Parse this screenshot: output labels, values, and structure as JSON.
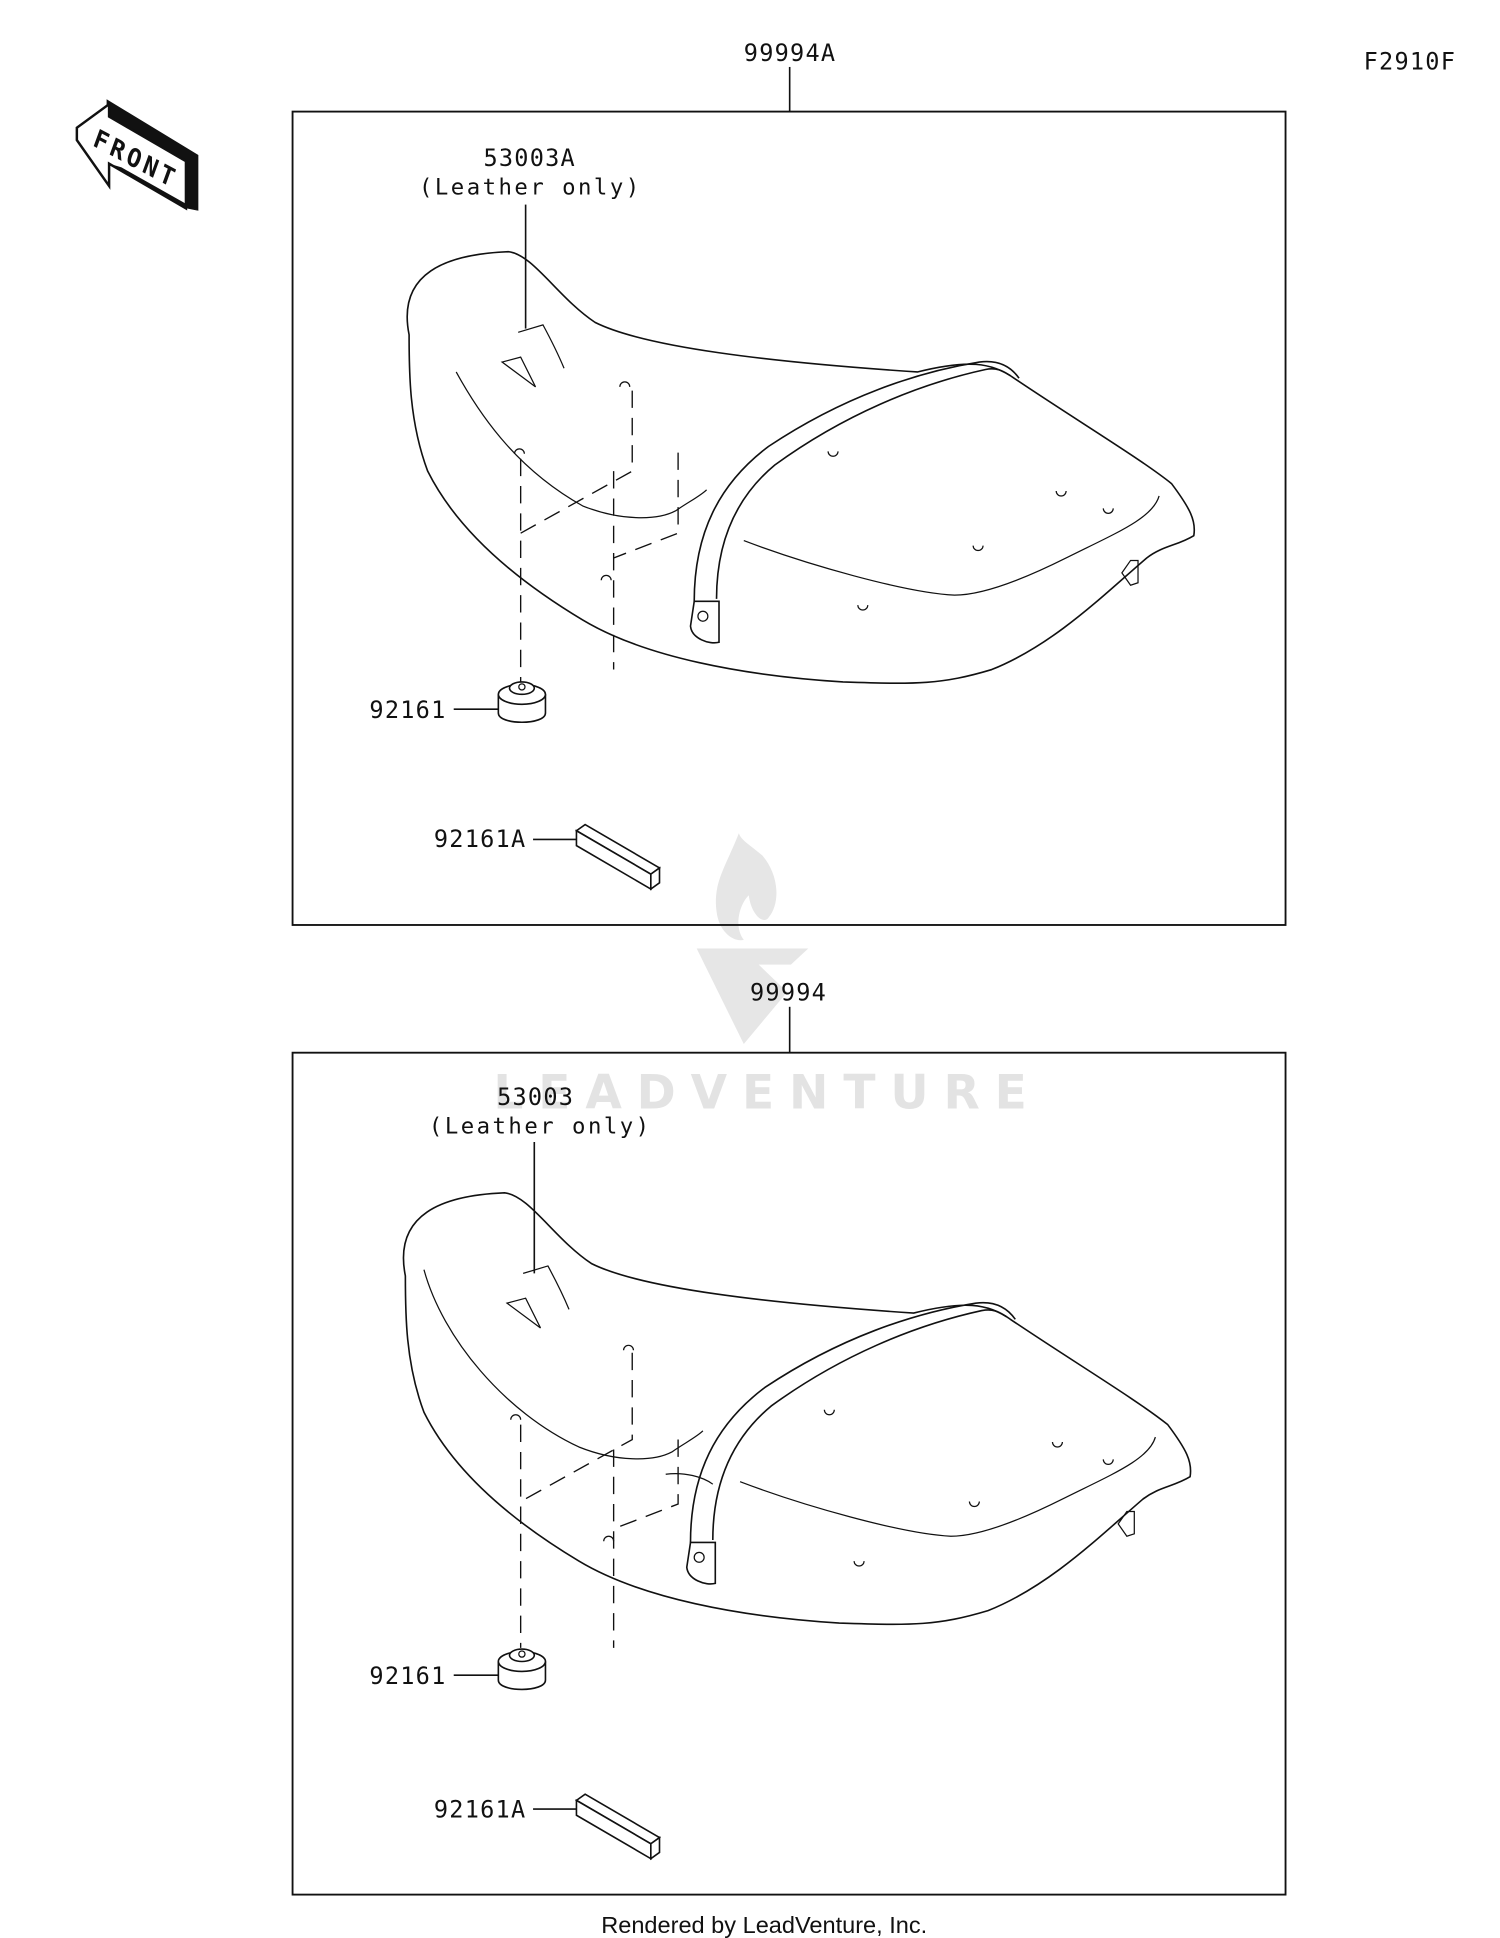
{
  "diagram": {
    "figure_id": "F2910F",
    "front_indicator": "FRONT",
    "watermark": "LEADVENTURE",
    "footer": "Rendered by LeadVenture, Inc.",
    "assemblies": [
      {
        "part_number": "99994A",
        "parts": [
          {
            "part_number": "53003A",
            "note": "(Leather only)"
          },
          {
            "part_number": "92161"
          },
          {
            "part_number": "92161A"
          }
        ]
      },
      {
        "part_number": "99994",
        "parts": [
          {
            "part_number": "53003",
            "note": "(Leather only)"
          },
          {
            "part_number": "92161"
          },
          {
            "part_number": "92161A"
          }
        ]
      }
    ]
  }
}
